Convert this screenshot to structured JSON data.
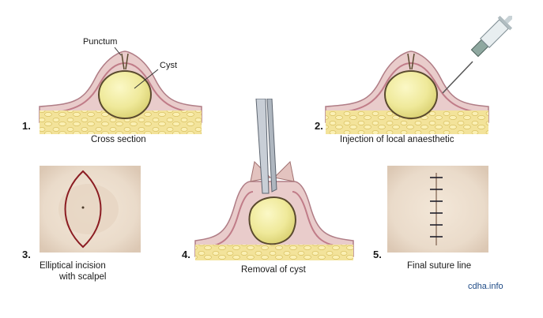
{
  "labels": {
    "punctum": "Punctum",
    "cyst": "Cyst"
  },
  "steps": [
    {
      "number": "1.",
      "caption": "Cross section"
    },
    {
      "number": "2.",
      "caption": "Injection of local anaesthetic"
    },
    {
      "number": "3.",
      "caption_line1": "Elliptical incision",
      "caption_line2": "with scalpel"
    },
    {
      "number": "4.",
      "caption": "Removal of cyst"
    },
    {
      "number": "5.",
      "caption": "Final suture line"
    }
  ],
  "credit": "cdha.info",
  "colors": {
    "skin_outer": "#e9cccb",
    "skin_dermis": "#dcaab0",
    "skin_line": "#b07d86",
    "fat": "#f2e39a",
    "cyst": "#f0ec9e",
    "incision": "#8b1c22",
    "suture": "#1e1e2a",
    "skin_surface": "#ecdccb",
    "credit": "#1f4b86"
  }
}
